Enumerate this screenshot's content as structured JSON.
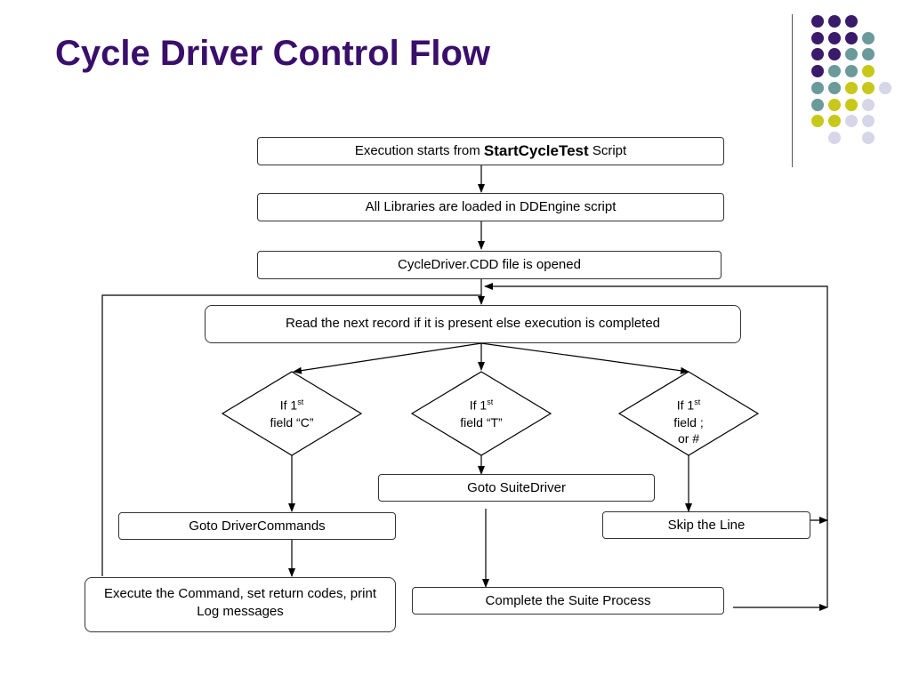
{
  "slide": {
    "title": "Cycle Driver Control Flow"
  },
  "decoration": {
    "dot_colors": {
      "purple": "#3a1a6a",
      "teal": "#6a9a9a",
      "yellow": "#c8c81a",
      "lavender": "#d6d6e8"
    }
  },
  "flow": {
    "start": {
      "prefix": "Execution starts from",
      "script_name": "StartCycleTest",
      "suffix": "Script"
    },
    "load_libraries": "All Libraries are loaded in DDEngine script",
    "open_file": "CycleDriver.CDD file is opened",
    "read_record": "Read the next record if it is present else execution is completed",
    "decision_c": {
      "line1_prefix": "If  1",
      "line1_sup": "st",
      "line2": "field “C”"
    },
    "decision_t": {
      "line1_prefix": "If  1",
      "line1_sup": "st",
      "line2": "field “T”"
    },
    "decision_skip": {
      "line1_prefix": "If  1",
      "line1_sup": "st",
      "line2": "field  ;",
      "line3": "or #"
    },
    "goto_suite": "Goto SuiteDriver",
    "goto_commands": "Goto DriverCommands",
    "skip_line": "Skip the Line",
    "execute_command": "Execute the Command, set return codes, print Log messages",
    "complete_suite": "Complete the Suite Process"
  }
}
